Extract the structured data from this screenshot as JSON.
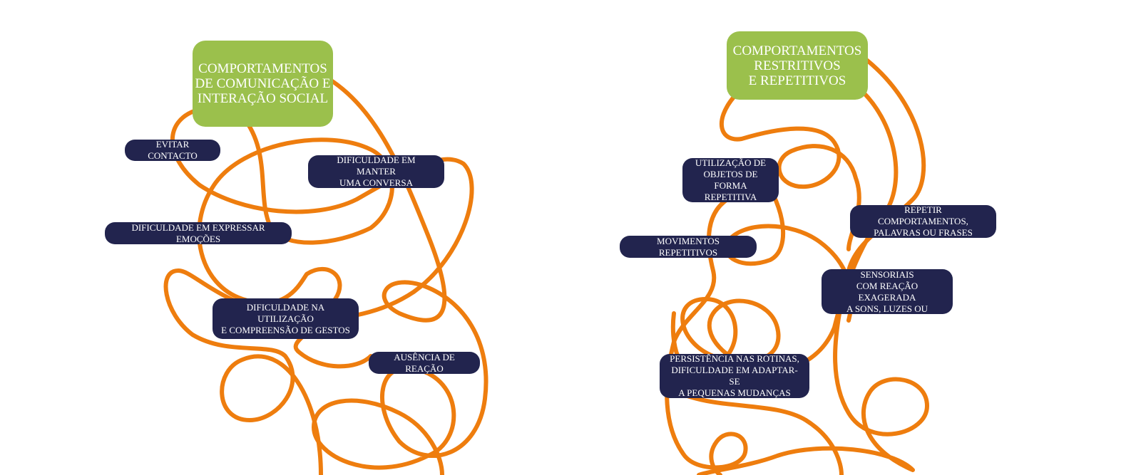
{
  "colors": {
    "background": "#ffffff",
    "loop_line": "#EE7D0E",
    "title_box": "#9BC04C",
    "item_pill": "#22244E",
    "text": "#ffffff"
  },
  "clusters": [
    {
      "title": "COMPORTAMENTOS\nDE COMUNICAÇÃO E\nINTERAÇÃO SOCIAL",
      "items": [
        "EVITAR CONTACTO",
        "DIFICULDADE EM MANTER\nUMA CONVERSA",
        "DIFICULDADE EM EXPRESSAR EMOÇÕES",
        "DIFICULDADE NA UTILIZAÇÃO\nE COMPREENSÃO DE GESTOS",
        "AUSÊNCIA DE REAÇÃO"
      ]
    },
    {
      "title": "COMPORTAMENTOS\nRESTRITIVOS\nE REPETITIVOS",
      "items": [
        "UTILIZAÇÃO DE\nOBJETOS DE FORMA\nREPETITIVA",
        "REPETIR COMPORTAMENTOS,\nPALAVRAS OU FRASES",
        "MOVIMENTOS REPETITIVOS",
        "ALTERAÇÕES SENSORIAIS\nCOM REAÇÃO EXAGERADA\nA SONS, LUZES OU TEXTURAS",
        "PERSISTÊNCIA NAS ROTINAS,\nDIFICULDADE EM ADAPTAR-SE\nA PEQUENAS MUDANÇAS"
      ]
    }
  ]
}
